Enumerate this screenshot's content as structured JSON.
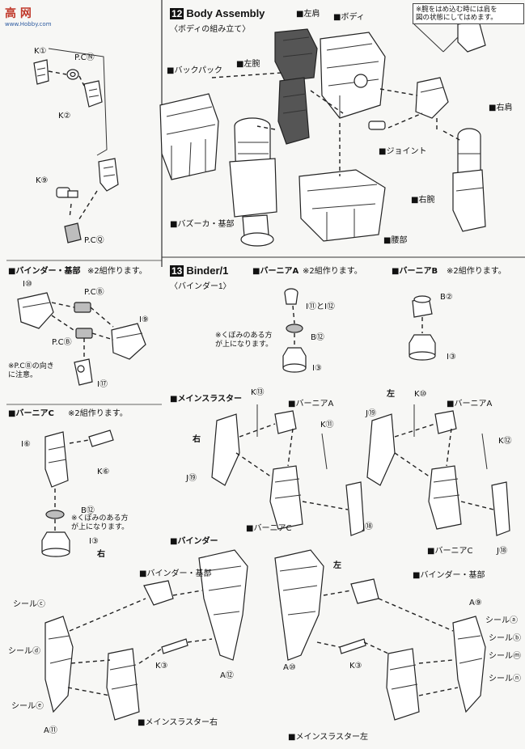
{
  "watermark": {
    "logo_text": "高 网",
    "url": "www.Hobby.com"
  },
  "left_top": {
    "labels": [
      "K①",
      "P.CⓃ",
      "K②",
      "K⑨",
      "P.CⓆ"
    ]
  },
  "step12": {
    "number": "12",
    "title": "Body Assembly",
    "subtitle": "〈ボディの組み立て〉",
    "note": "※腕をはめ込む時には肩を\n図の状態にしてはめます。",
    "labels": {
      "left_shoulder": "■左肩",
      "body": "■ボディ",
      "backpack": "■バックパック",
      "left_arm": "■左腕",
      "right_shoulder": "■右肩",
      "joint": "■ジョイント",
      "right_arm": "■右腕",
      "bazooka_base": "■バズーカ・基部",
      "waist": "■腰部"
    }
  },
  "binder_base": {
    "title": "■バインダー・基部",
    "count": "※2組作ります。",
    "labels": [
      "I⑩",
      "P.CⒷ",
      "I⑨",
      "P.CⒷ",
      "I⑰"
    ],
    "note": "※P.CⒷの向き\nに注意。"
  },
  "step13": {
    "number": "13",
    "title": "Binder/1",
    "subtitle": "〈バインダー1〉",
    "vernier_a": {
      "title": "■バーニアA",
      "count": "※2組作ります。",
      "labels": [
        "I⑪とI⑫",
        "B⑫",
        "I③"
      ],
      "note": "※くぼみのある方\nが上になります。"
    },
    "vernier_b": {
      "title": "■バーニアB",
      "count": "※2組作ります。",
      "labels": [
        "B②",
        "I③"
      ]
    }
  },
  "vernier_c": {
    "title": "■バーニアC",
    "count": "※2組作ります。",
    "labels": [
      "I⑥",
      "K⑥",
      "B⑫",
      "I③"
    ],
    "note": "※くぼみのある方\nが上になります。"
  },
  "main_thruster": {
    "title": "■メインスラスター",
    "right_tag": "右",
    "left_tag": "左",
    "right_labels": [
      "K⑬",
      "■バーニアA",
      "K⑪",
      "J⑲",
      "■バーニアC",
      "J⑱"
    ],
    "left_labels": [
      "K⑩",
      "■バーニアA",
      "J⑲",
      "K⑫",
      "■バーニアC",
      "J⑱"
    ]
  },
  "binder": {
    "title": "■バインダー",
    "right_tag": "右",
    "left_tag": "左",
    "right_labels": [
      "■バインダー・基部",
      "シールⓒ",
      "シールⓓ",
      "シールⓔ",
      "A⑪",
      "K③",
      "A⑫",
      "■メインスラスター右"
    ],
    "left_labels": [
      "■バインダー・基部",
      "A⑨",
      "シールⓐ",
      "シールⓑ",
      "シールⓜ",
      "シールⓝ",
      "A⑩",
      "K③",
      "■メインスラスター左"
    ]
  }
}
